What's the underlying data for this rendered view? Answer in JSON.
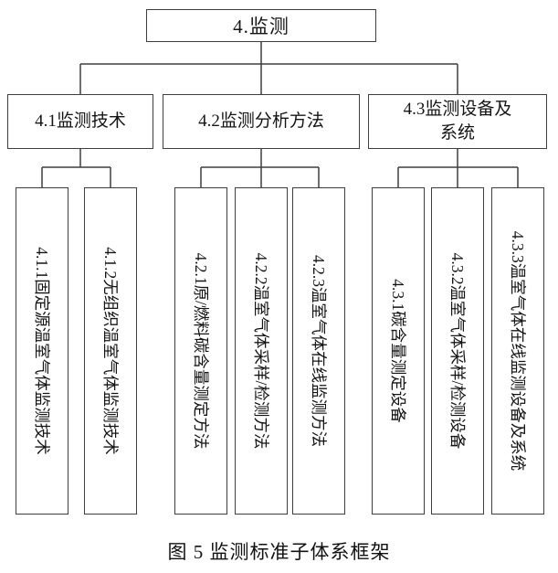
{
  "diagram": {
    "root": {
      "label": "4.监测"
    },
    "level2": [
      {
        "label": "4.1监测技术"
      },
      {
        "label": "4.2监测分析方法"
      },
      {
        "label": "4.3监测设备及系统"
      }
    ],
    "level3": [
      {
        "label": "4.1.1固定源温室气体监测技术"
      },
      {
        "label": "4.1.2无组织温室气体监测技术"
      },
      {
        "label": "4.2.1原/燃料碳含量测定方法"
      },
      {
        "label": "4.2.2温室气体采样/检测方法"
      },
      {
        "label": "4.2.3温室气体在线监测方法"
      },
      {
        "label": "4.3.1碳含量测定设备"
      },
      {
        "label": "4.3.2温室气体采样/检测设备"
      },
      {
        "label": "4.3.3温室气体在线监测设备及系统"
      }
    ],
    "caption": "图 5 监测标准子体系框架",
    "colors": {
      "background": "#ffffff",
      "border": "#3f3f3f",
      "line": "#3f3f3f",
      "text": "#141414"
    }
  }
}
